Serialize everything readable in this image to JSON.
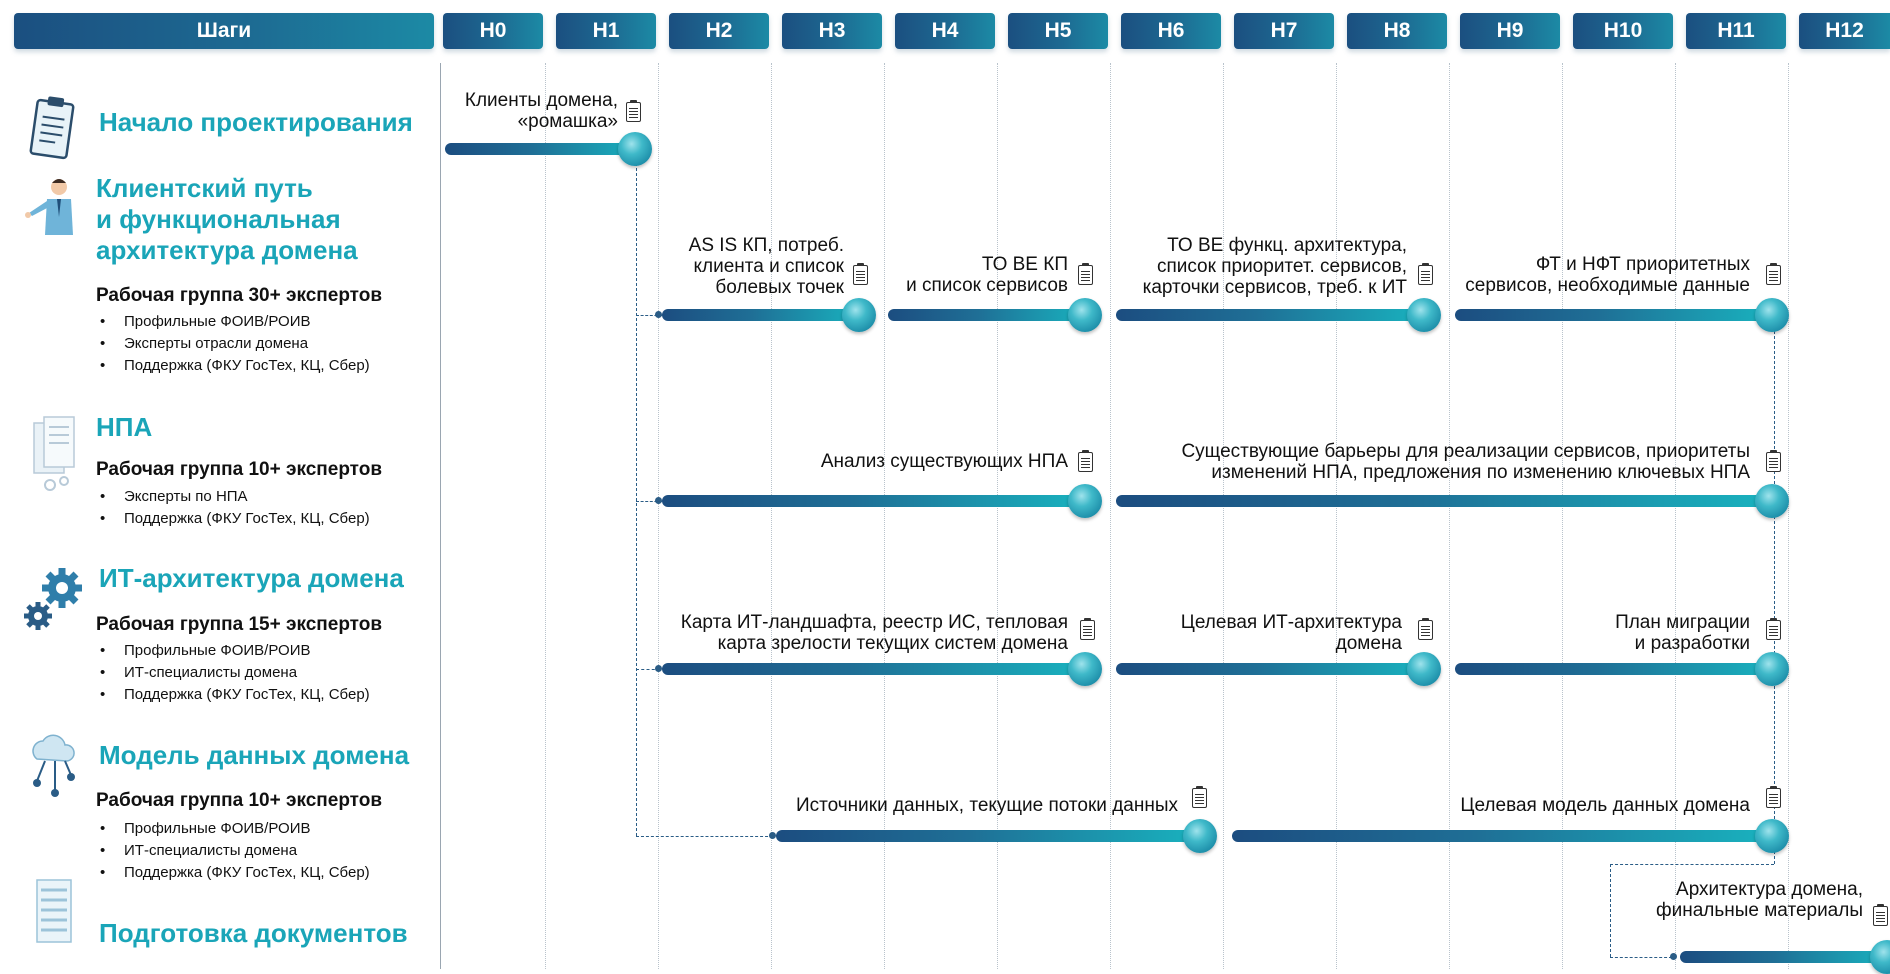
{
  "header": {
    "steps_label": "Шаги",
    "weeks": [
      "Н0",
      "Н1",
      "Н2",
      "Н3",
      "Н4",
      "Н5",
      "Н6",
      "Н7",
      "Н8",
      "Н9",
      "Н10",
      "Н11",
      "Н12"
    ]
  },
  "sections": [
    {
      "title": "Начало проектирования",
      "icon": "clipboard-icon"
    },
    {
      "title": "Клиентский путь\nи функциональная\nархитектура домена",
      "icon": "person-icon",
      "group": "Рабочая группа 30+ экспертов",
      "items": [
        "Профильные ФОИВ/РОИВ",
        "Эксперты отрасли домена",
        "Поддержка (ФКУ ГосТех, КЦ, Сбер)"
      ]
    },
    {
      "title": "НПА",
      "icon": "legal-docs-icon",
      "group": "Рабочая группа 10+ экспертов",
      "items": [
        "Эксперты по НПА",
        "Поддержка (ФКУ ГосТех, КЦ, Сбер)"
      ]
    },
    {
      "title": "ИТ-архитектура домена",
      "icon": "gears-icon",
      "group": "Рабочая группа 15+ экспертов",
      "items": [
        "Профильные ФОИВ/РОИВ",
        "ИТ-специалисты домена",
        "Поддержка (ФКУ ГосТех, КЦ, Сбер)"
      ]
    },
    {
      "title": "Модель данных домена",
      "icon": "data-cloud-icon",
      "group": "Рабочая группа 10+ экспертов",
      "items": [
        "Профильные ФОИВ/РОИВ",
        "ИТ-специалисты домена",
        "Поддержка (ФКУ ГосТех, КЦ, Сбер)"
      ]
    },
    {
      "title": "Подготовка документов",
      "icon": "document-icon"
    }
  ],
  "deliverables": [
    {
      "text": "Клиенты домена,\n«ромашка»"
    },
    {
      "text": "AS IS КП, потреб.\nклиента и список\nболевых точек"
    },
    {
      "text": "ТО ВЕ КП\nи список сервисов"
    },
    {
      "text": "ТО ВЕ функц. архитектура,\nсписок приоритет. сервисов,\nкарточки сервисов, треб. к ИТ"
    },
    {
      "text": "ФТ и НФТ приоритетных\nсервисов, необходимые данные"
    },
    {
      "text": "Анализ существующих НПА"
    },
    {
      "text": "Существующие барьеры для реализации сервисов, приоритеты\nизменений НПА, предложения по изменению ключевых НПА"
    },
    {
      "text": "Карта ИТ-ландшафта, реестр ИС, тепловая\nкарта зрелости текущих систем домена"
    },
    {
      "text": "Целевая ИТ-архитектура\nдомена"
    },
    {
      "text": "План миграции\nи разработки"
    },
    {
      "text": "Источники данных,  текущие потоки данных"
    },
    {
      "text": "Целевая модель данных домена"
    },
    {
      "text": "Архитектура домена,\nфинальные материалы"
    }
  ]
}
